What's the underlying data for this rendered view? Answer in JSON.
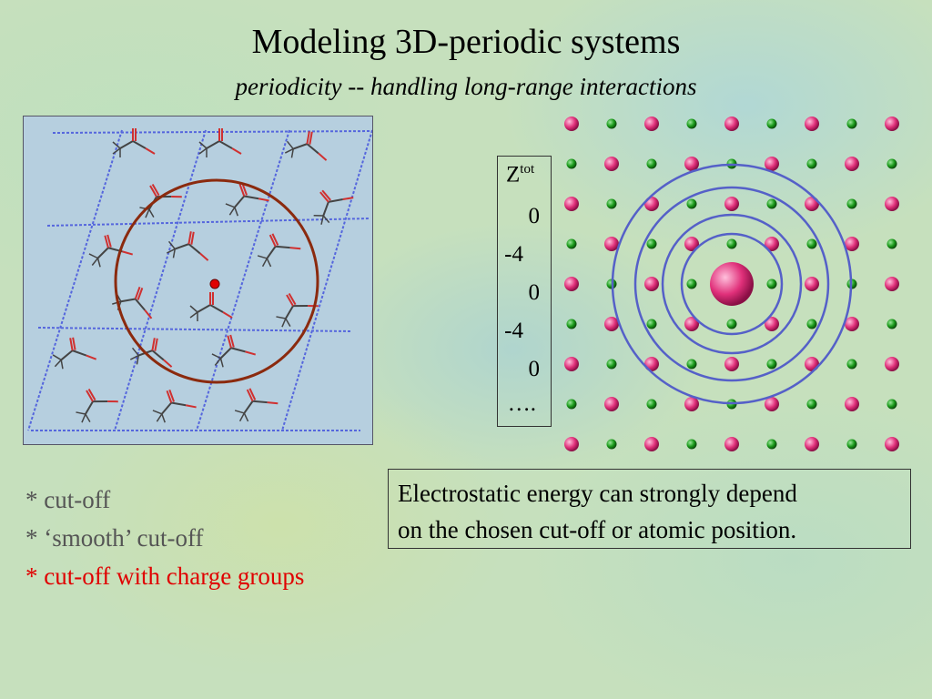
{
  "slide": {
    "title": "Modeling 3D-periodic systems",
    "subtitle": "periodicity -- handling long-range interactions"
  },
  "ztot": {
    "header_main": "Z",
    "header_sup": "tot",
    "values": [
      "0",
      "-4",
      "0",
      "-4",
      "0",
      "…."
    ]
  },
  "energy_box": {
    "line1": "Electrostatic energy can strongly depend",
    "line2": "on the chosen cut-off or atomic position."
  },
  "bullets": [
    {
      "text": "* cut-off",
      "color": "#555555"
    },
    {
      "text": "* ‘smooth’ cut-off",
      "color": "#555555"
    },
    {
      "text": "* cut-off with charge groups",
      "color": "#e00000"
    }
  ],
  "colors": {
    "cutoff_circle": "#8b2a0e",
    "lattice_circles": "#5560c8",
    "cation": "#e0307a",
    "anion": "#1a9a1a",
    "cell_lines": "#5566dd"
  },
  "icons": {
    "molecule": "acetate-molecule-icon",
    "central_ion": "central-ion-icon"
  }
}
